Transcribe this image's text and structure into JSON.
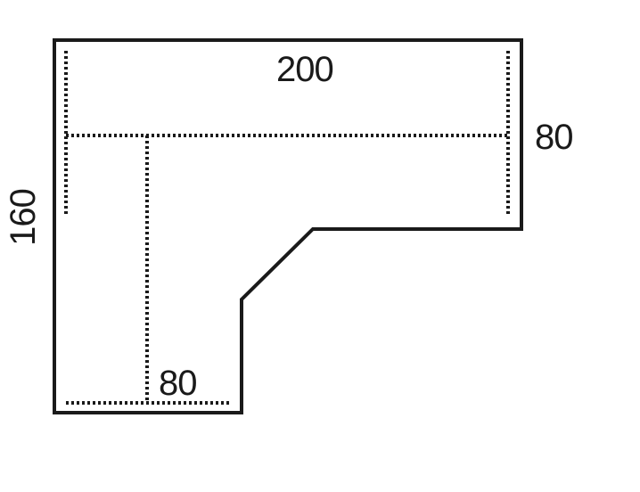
{
  "dimensions": {
    "top_width": "200",
    "right_depth": "80",
    "left_depth": "160",
    "bottom_width": "80"
  }
}
